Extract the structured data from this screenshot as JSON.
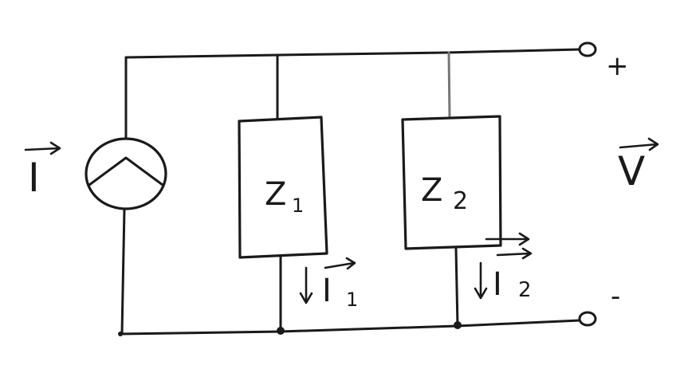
{
  "diagram": {
    "source_label": {
      "letter": "I"
    },
    "impedances": [
      {
        "letter": "Z",
        "subscript": "1"
      },
      {
        "letter": "Z",
        "subscript": "2"
      }
    ],
    "branch_currents": [
      {
        "letter": "I",
        "subscript": "1"
      },
      {
        "letter": "I",
        "subscript": "2"
      }
    ],
    "voltage_label": {
      "letter": "V"
    },
    "terminals": {
      "plus": "+",
      "minus": "-"
    }
  }
}
